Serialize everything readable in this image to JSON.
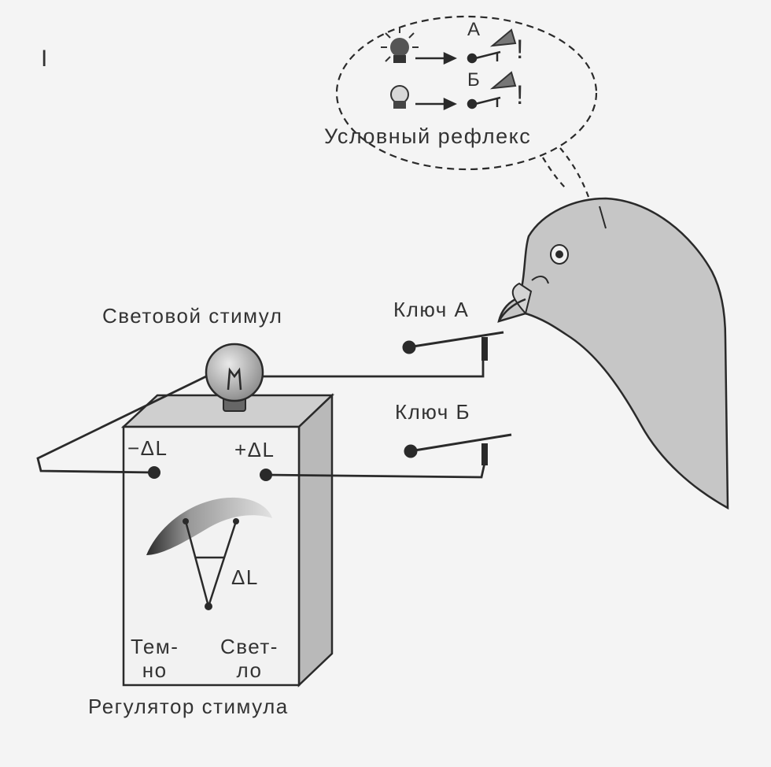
{
  "figure_number": "I",
  "labels": {
    "thought_title": "Условный рефлекс",
    "thought_key_a": "А",
    "thought_key_b": "Б",
    "exclaim_a": "!",
    "exclaim_b": "!",
    "light_stimulus": "Световой  стимул",
    "key_a": "Ключ А",
    "key_b": "Ключ Б",
    "minus_dl": "−ΔL",
    "plus_dl": "+ΔL",
    "dial_dl": "ΔL",
    "dark_line1": "Тем-",
    "dark_line2": "но",
    "bright_line1": "Свет-",
    "bright_line2": "ло",
    "regulator": "Регулятор стимула"
  },
  "colors": {
    "background": "#f4f4f4",
    "line": "#2a2a2a",
    "bird_fill": "#c6c6c6",
    "box_front": "#f2f2f2",
    "box_top": "#cfcfcf",
    "box_side": "#b9b9b9"
  },
  "icons": [
    "bright-lamp-icon",
    "dim-lamp-icon",
    "bulb-icon",
    "pigeon-icon",
    "key-switch-icon"
  ]
}
